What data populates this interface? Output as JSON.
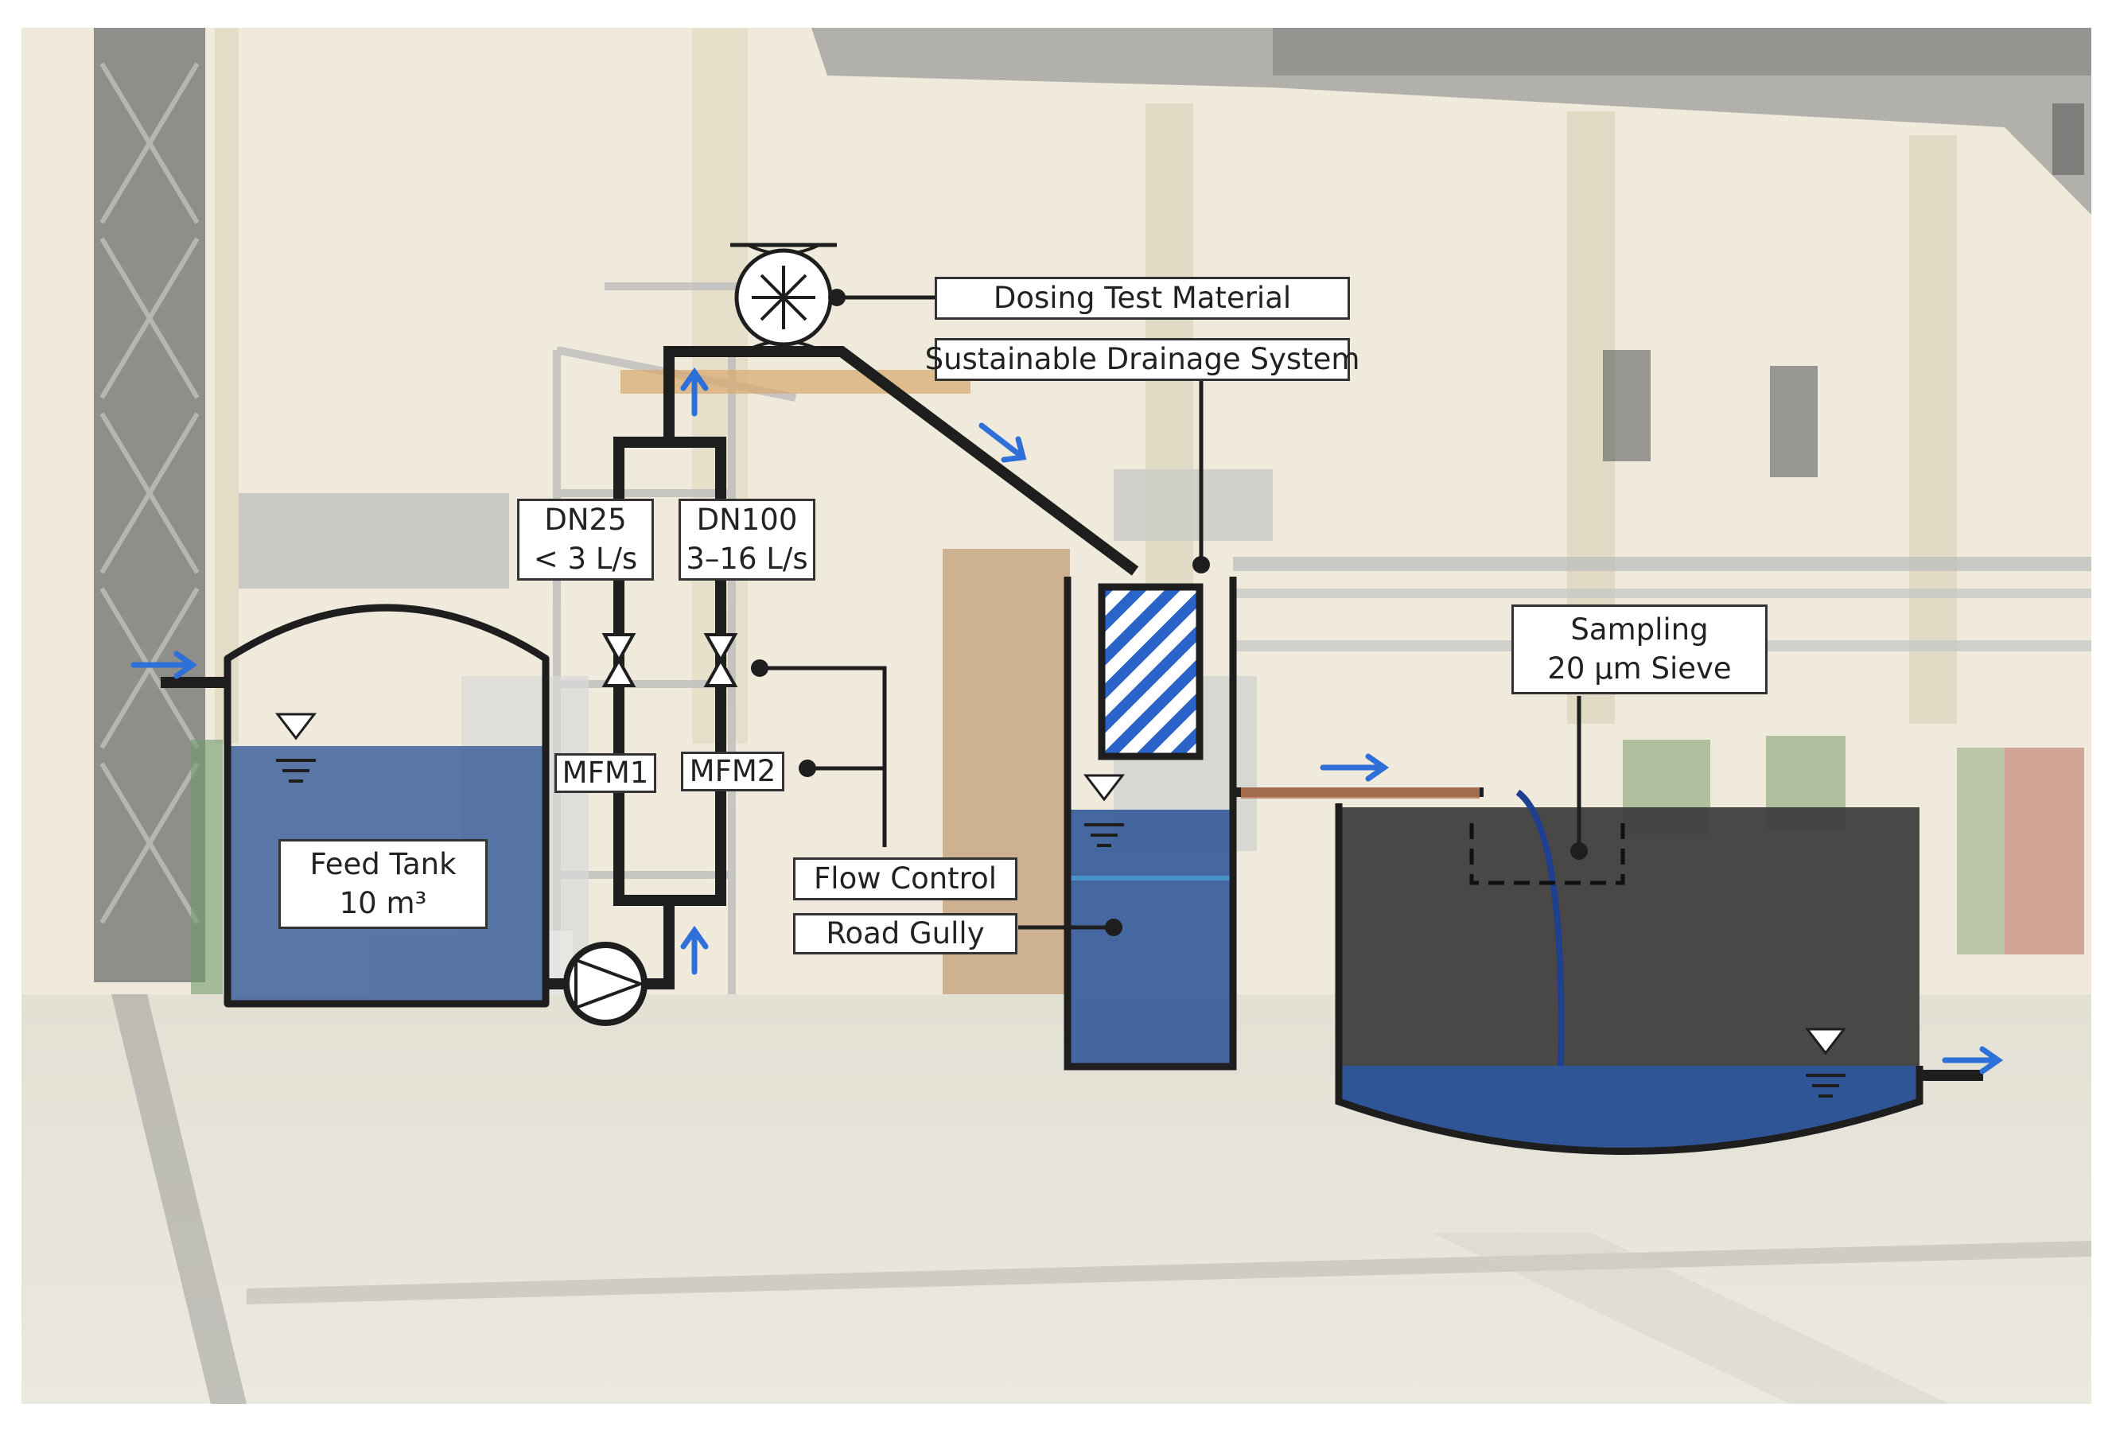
{
  "labels": {
    "dosing": "Dosing Test Material",
    "suds": "Sustainable Drainage System",
    "dn25_size": "DN25",
    "dn25_flow": "< 3 L/s",
    "dn100_size": "DN100",
    "dn100_flow": "3–16 L/s",
    "mfm1": "MFM1",
    "mfm2": "MFM2",
    "flow_control": "Flow Control",
    "road_gully": "Road Gully",
    "feed_tank_name": "Feed Tank",
    "feed_tank_vol": "10 m³",
    "sampling_title": "Sampling",
    "sampling_sieve": "20 µm Sieve"
  },
  "colors": {
    "pipe": "#1e1e1e",
    "water": "#2f5597",
    "flow_arrow": "#2e6fd8",
    "hatch": "#2a64c9",
    "sampling_pipe": "#b87a57",
    "outflow_hose": "#1f3f8f",
    "background_wall": "#eeead8",
    "background_floor": "#e6e3d8"
  },
  "icons": [
    "water-level-icon",
    "pump-icon",
    "valve-icon",
    "dosing-pump-icon",
    "flow-arrow-icon"
  ]
}
